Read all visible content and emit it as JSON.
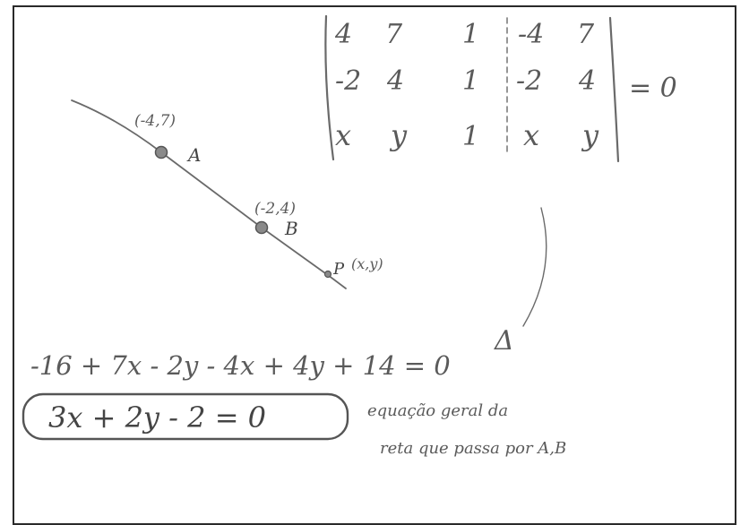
{
  "matrix": {
    "rows": [
      [
        "4",
        "7",
        "1",
        "-4",
        "7"
      ],
      [
        "-2",
        "4",
        "1",
        "-2",
        "4"
      ],
      [
        "x",
        "y",
        "1",
        "x",
        "y"
      ]
    ],
    "equals": "= 0"
  },
  "line_points": {
    "A": {
      "name": "A",
      "coord": "(-4,7)"
    },
    "B": {
      "name": "B",
      "coord": "(-2,4)"
    },
    "P": {
      "name": "P",
      "coord": "(x,y)"
    }
  },
  "arrow_symbol": "Δ",
  "work": {
    "step": "-16 + 7x - 2y - 4x + 4y + 14 = 0",
    "result": "3x + 2y - 2 = 0",
    "note_line1": "equação geral da",
    "note_line2": "reta que passa por A,B"
  }
}
